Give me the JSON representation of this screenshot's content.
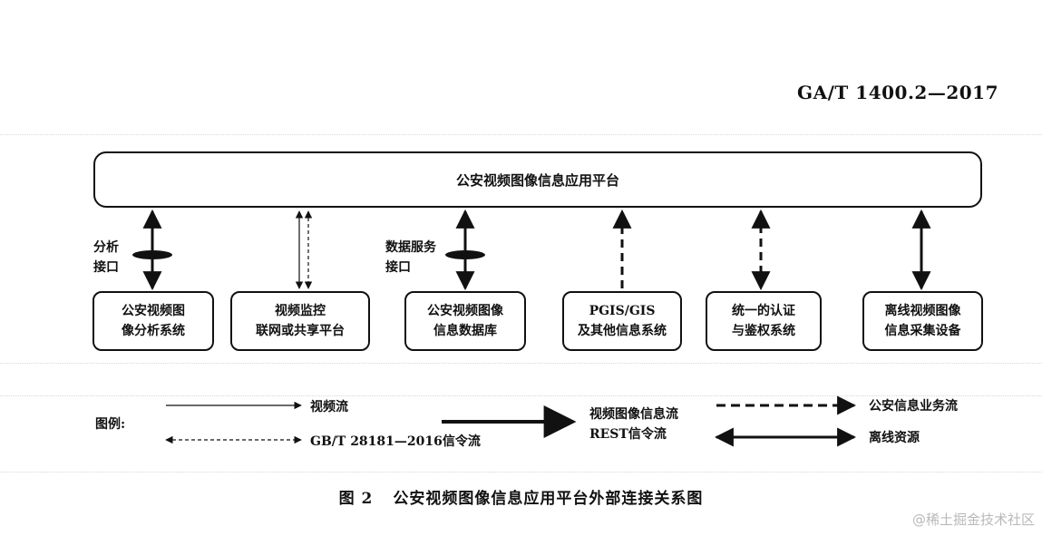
{
  "header": {
    "standard_code": "GA/T 1400.2—2017"
  },
  "platform": {
    "label": "公安视频图像信息应用平台"
  },
  "systems": [
    {
      "line1": "公安视频图",
      "line2": "像分析系统"
    },
    {
      "line1": "视频监控",
      "line2": "联网或共享平台"
    },
    {
      "line1": "公安视频图像",
      "line2": "信息数据库"
    },
    {
      "line1": "PGIS/GIS",
      "line2": "及其他信息系统"
    },
    {
      "line1": "统一的认证",
      "line2": "与鉴权系统"
    },
    {
      "line1": "离线视频图像",
      "line2": "信息采集设备"
    }
  ],
  "interfaces": {
    "analysis": {
      "line1": "分析",
      "line2": "接口"
    },
    "data_service": {
      "line1": "数据服务",
      "line2": "接口"
    }
  },
  "legend": {
    "title": "图例:",
    "video_stream": "视频流",
    "gb_signaling": "GB/T 28181—2016信令流",
    "info_stream": "视频图像信息流",
    "rest_signaling": "REST信令流",
    "business_stream": "公安信息业务流",
    "offline_resource": "离线资源"
  },
  "caption": {
    "number": "图 2",
    "title": "公安视频图像信息应用平台外部连接关系图"
  },
  "watermark": "@稀土掘金技术社区"
}
